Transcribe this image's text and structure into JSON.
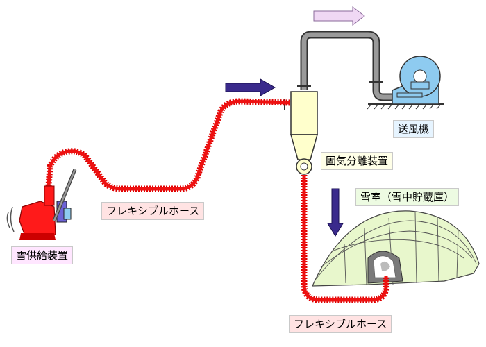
{
  "labels": {
    "snow_feeder": "雪供給装置",
    "hose_upper": "フレキシブルホース",
    "separator": "固気分離装置",
    "snow_room": "雪室（雪中貯蔵庫）",
    "blower": "送風機",
    "hose_lower": "フレキシブルホース"
  },
  "colors": {
    "hose": "#dd0000",
    "arrow_main": "#3a2a8c",
    "arrow_exhaust": "#f0d8f4",
    "separator": "#ffffcc",
    "blower": "#8ecbf0",
    "dome": "#e8f7cc",
    "feeder": "#ff1a1a",
    "label_pink_bg": "#ffe3e3",
    "label_magenta_bg": "#ffe6ff",
    "label_yellow_bg": "#ffffe8",
    "label_green_bg": "#edfbe2",
    "label_blue_bg": "#e6f4ff"
  },
  "icons": [
    "snow-feeder-machine-icon",
    "cyclone-separator-icon",
    "blower-fan-icon",
    "snow-storage-dome-icon",
    "flow-arrow-icon"
  ]
}
